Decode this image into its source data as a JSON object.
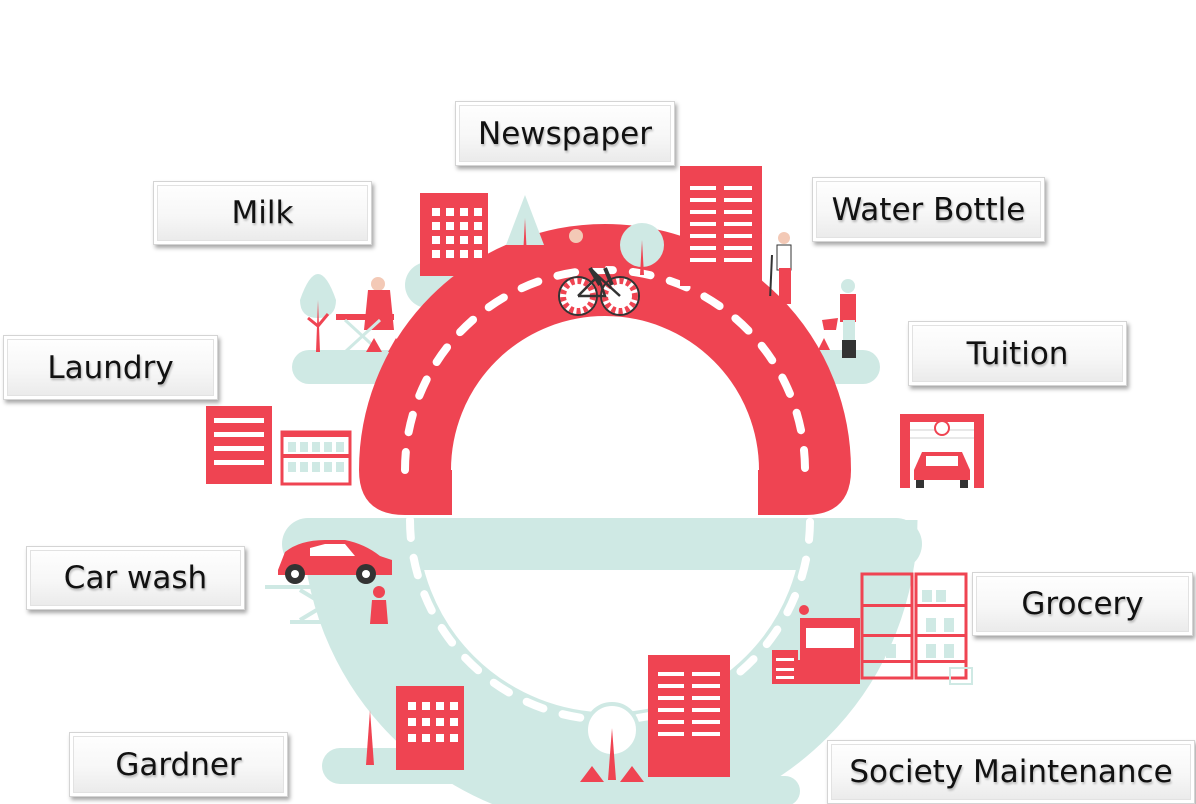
{
  "services": {
    "newspaper": "Newspaper",
    "milk": "Milk",
    "water_bottle": "Water Bottle",
    "laundry": "Laundry",
    "tuition": "Tuition",
    "car_wash": "Car wash",
    "grocery": "Grocery",
    "gardner": "Gardner",
    "society_maintenance": "Society Maintenance"
  },
  "colors": {
    "road_red": "#ef4452",
    "road_mint": "#cfe9e4",
    "dash": "#ffffff",
    "label_text": "#111111"
  }
}
